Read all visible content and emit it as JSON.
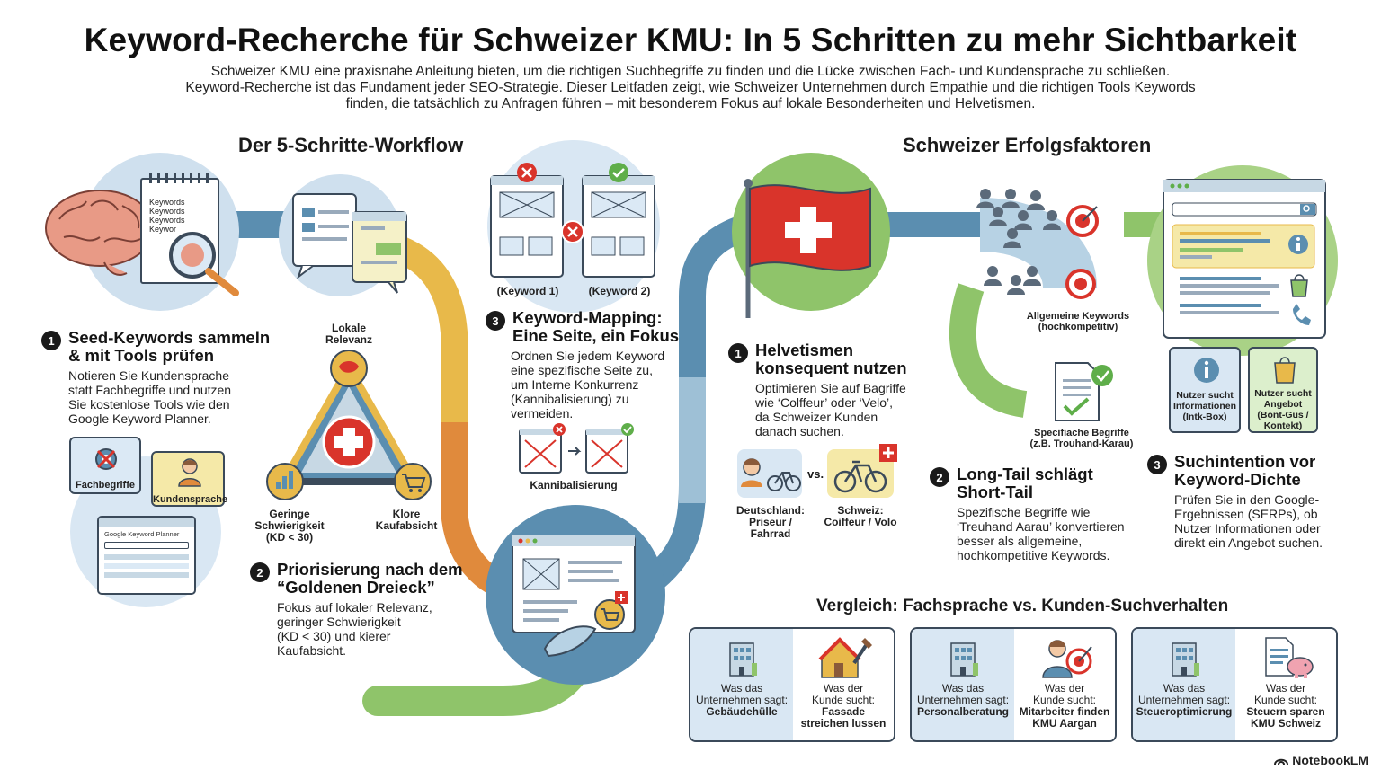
{
  "header": {
    "title": "Keyword-Recherche für Schweizer KMU: In 5 Schritten zu mehr Sichtbarkeit",
    "intro_line1": "Schweizer KMU eine praxisnahe Anleitung bieten, um die richtigen Suchbegriffe zu finden und die Lücke zwischen Fach- und Kundensprache zu schließen.",
    "intro_line2": "Keyword-Recherche ist das Fundament jeder SEO-Strategie. Dieser Leitfaden zeigt, wie Schweizer Unternehmen durch Empathie und die richtigen Tools Keywords",
    "intro_line3": "finden, die tatsächlich zu Anfragen führen – mit besonderem Fokus auf lokale Besonderheiten und Helvetismen."
  },
  "workflow": {
    "title": "Der 5-Schritte-Workflow",
    "notepad_lines": [
      "Keywords",
      "Keywords",
      "Keywords",
      "Keywor"
    ],
    "step1": {
      "num": "1",
      "title_l1": "Seed-Keywords sammeln",
      "title_l2": "& mit Tools prüfen",
      "body": [
        "Notieren Sie Kundensprache",
        "statt Fachbegriffe und nutzen",
        "Sie kostenlose Tools wie den",
        "Google Keyword Planner."
      ],
      "bubble_left": "Fachbegriffe",
      "bubble_right": "Kundensprache",
      "planner_label": "Google Keyword Planner"
    },
    "triangle": {
      "top": [
        "Lokale",
        "Relevanz"
      ],
      "left": [
        "Geringe",
        "Schwierigkeit",
        "(KD < 30)"
      ],
      "right": [
        "Klore",
        "Kaufabsicht"
      ]
    },
    "step2": {
      "num": "2",
      "title_l1": "Priorisierung nach dem",
      "title_l2": "“Goldenen Dreieck”",
      "body": [
        "Fokus auf lokaler Relevanz,",
        "geringer Schwierigkeit",
        "(KD < 30) und kierer",
        "Kaufabsicht."
      ]
    },
    "mapping": {
      "kw1": "(Keyword 1)",
      "kw2": "(Keyword 2)",
      "kannibal": "Kannibalisierung"
    },
    "step3": {
      "num": "3",
      "title_l1": "Keyword-Mapping:",
      "title_l2": "Eine Seite, ein Fokus",
      "body": [
        "Ordnen Sie jedem Keyword",
        "eine spezifische Seite zu,",
        "um Interne Konkurrenz",
        "(Kannibalisierung) zu",
        "vermeiden."
      ]
    }
  },
  "swiss": {
    "title": "Schweizer Erfolgsfaktoren",
    "s1": {
      "num": "1",
      "title_l1": "Helvetismen",
      "title_l2": "konsequent nutzen",
      "body": [
        "Optimieren Sie auf Bagriffe",
        "wie ‘Colffeur’ oder ‘Velo’,",
        "da Schweizer Kunden",
        "danach suchen."
      ],
      "vs": "vs.",
      "de_label": [
        "Deutschland:",
        "Priseur /",
        "Fahrrad"
      ],
      "ch_label": [
        "Schweiz:",
        "Coiffeur / Volo"
      ]
    },
    "longtail": {
      "general": [
        "Allgemeine Keywords",
        "(hochkompetitiv)"
      ],
      "specific": [
        "Specifiache Begriffe",
        "(z.B. Trouhand-Karau)"
      ]
    },
    "s2": {
      "num": "2",
      "title_l1": "Long-Tail schlägt",
      "title_l2": "Short-Tail",
      "body": [
        "Spezifische Begriffe wie",
        "‘Treuhand Aarau’ konvertieren",
        "besser als allgemeine,",
        "hochkompetitive Keywords."
      ]
    },
    "intent": {
      "info": [
        "Nutzer sucht",
        "Informationen",
        "(Intk-Box)"
      ],
      "offer": [
        "Nutzer sucht",
        "Angebot",
        "(Bont-Gus /",
        "Kontekt)"
      ]
    },
    "s3": {
      "num": "3",
      "title_l1": "Suchintention vor",
      "title_l2": "Keyword-Dichte",
      "body": [
        "Prüfen Sie in den Google-",
        "Ergebnissen (SERPs), ob",
        "Nutzer Informationen oder",
        "direkt ein Angebot suchen."
      ]
    }
  },
  "comparison": {
    "title": "Vergleich: Fachsprache vs. Kunden-Suchverhalten",
    "boxes": [
      {
        "left_l1": "Was das",
        "left_l2": "Unternehmen sagt:",
        "left_val": "Gebäudehülle",
        "right_l1": "Was der",
        "right_l2": "Kunde sucht:",
        "right_val_l1": "Fassade",
        "right_val_l2": "streichen lussen"
      },
      {
        "left_l1": "Was das",
        "left_l2": "Unternehmen sagt:",
        "left_val": "Personalberatung",
        "right_l1": "Was der",
        "right_l2": "Kunde sucht:",
        "right_val_l1": "Mitarbeiter finden",
        "right_val_l2": "KMU Aargan"
      },
      {
        "left_l1": "Was das",
        "left_l2": "Unternehmen sagt:",
        "left_val": "Steueroptimierung",
        "right_l1": "Was der",
        "right_l2": "Kunde sucht:",
        "right_val_l1": "Steuern sparen",
        "right_val_l2": "KMU Schweiz"
      }
    ]
  },
  "footer": {
    "brand": "NotebookLM"
  },
  "colors": {
    "path_blue": "#5b8eb0",
    "path_yellow": "#e8b94a",
    "path_orange": "#e08a3c",
    "path_green": "#8fc46a",
    "swiss_red": "#d9342b",
    "circle_bg": "#cfe0ee"
  }
}
